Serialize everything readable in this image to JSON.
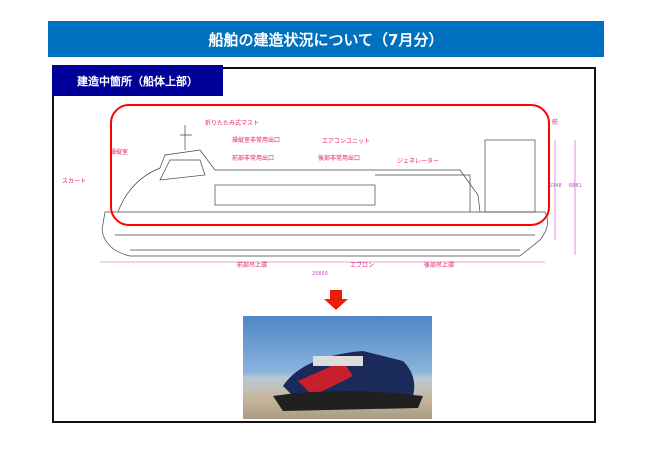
{
  "title": "船舶の建造状況について（7月分）",
  "section_label": "建造中箇所（船体上部）",
  "diagram": {
    "labels": {
      "mast": "折りたたみ式マスト",
      "cockpit_exit": "操縦室非常用出口",
      "front_exit": "前部非常用出口",
      "aircon": "エアコンユニット",
      "rear_exit": "後部非常用出口",
      "generator": "ジェネレーター",
      "rudder": "舵",
      "cockpit": "操縦室",
      "skirt": "スカート",
      "front_lift": "前部吊上環",
      "apron": "エプロン",
      "rear_lift": "後部吊上環"
    },
    "dimensions": {
      "length": "25656",
      "height1": "5348",
      "height2": "6881"
    }
  },
  "colors": {
    "title_bg": "#0070c0",
    "section_bg": "#000099",
    "highlight": "#ff0000",
    "arrow": "#e8200a"
  }
}
